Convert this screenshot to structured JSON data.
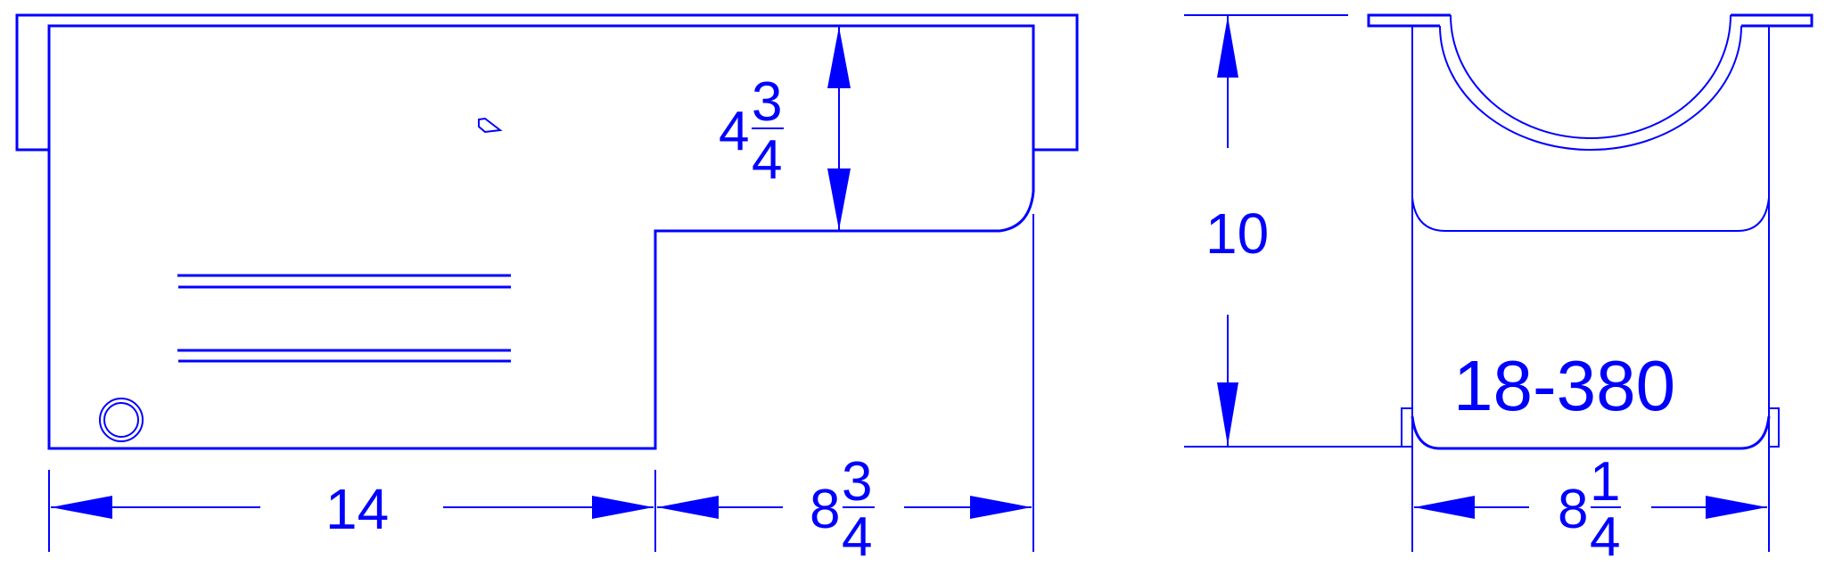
{
  "drawing": {
    "color": "#0000ff",
    "side_view": {
      "length_dim": "14",
      "sump_length_dim": {
        "whole": "8",
        "numerator": "3",
        "denominator": "4"
      },
      "step_depth_dim": {
        "whole": "4",
        "numerator": "3",
        "denominator": "4"
      }
    },
    "end_view": {
      "depth_dim": "10",
      "width_dim": {
        "whole": "8",
        "numerator": "1",
        "denominator": "4"
      },
      "part_number": "18-380"
    }
  }
}
